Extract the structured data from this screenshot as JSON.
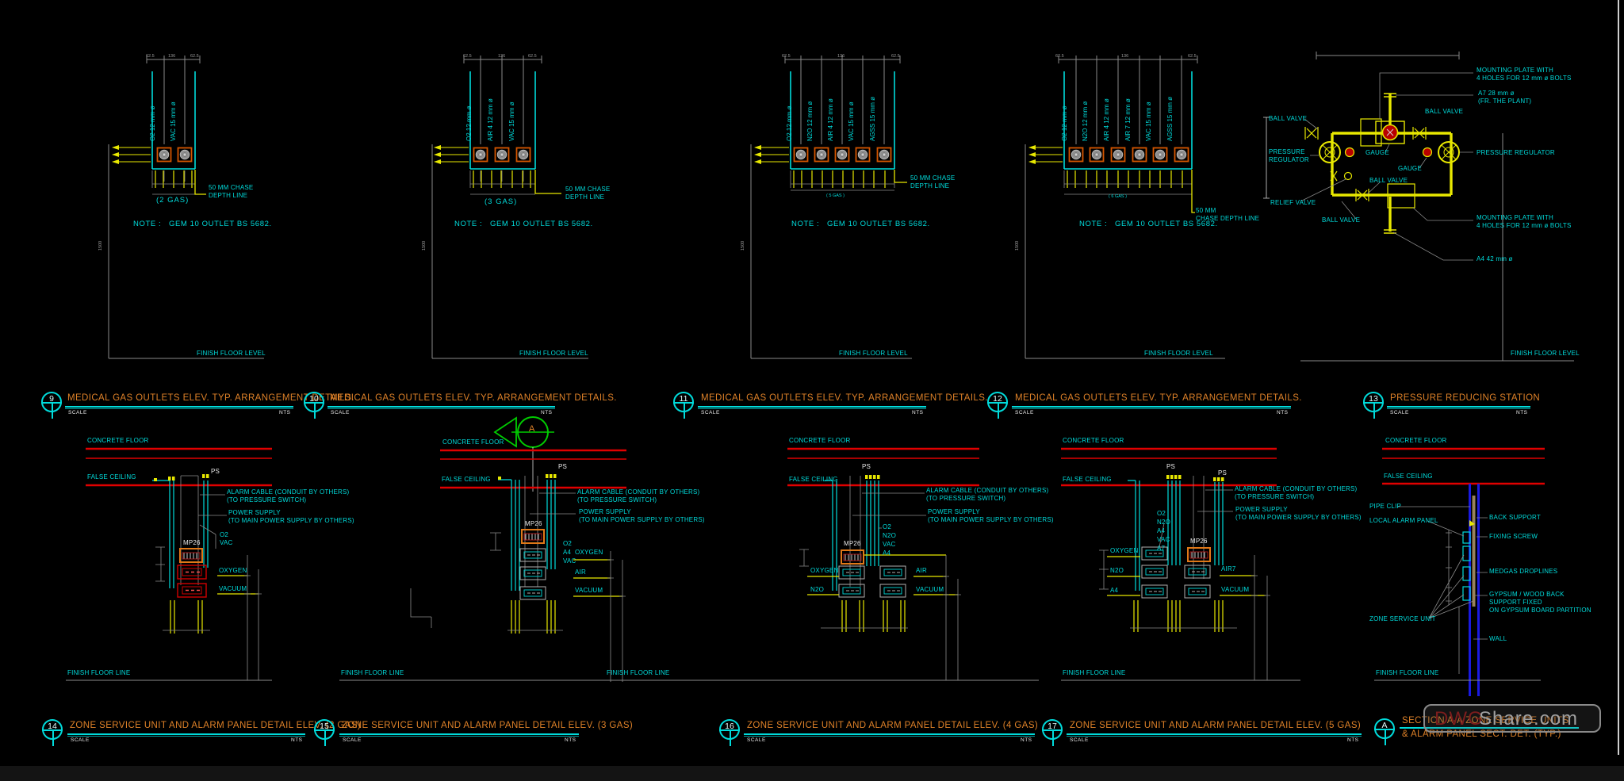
{
  "palette": {
    "cyan": "#00dbdb",
    "red": "#e00000",
    "yellow": "#e8e800",
    "outlet_orange": "#d45500",
    "title_orange": "#de8128",
    "grey": "#8a8a8a",
    "green": "#00cc00",
    "wall_blue": "#1a1ae0"
  },
  "watermark": {
    "prefix": "DWG",
    "suffix": "Share.com"
  },
  "common": {
    "concrete": "CONCRETE FLOOR",
    "ceiling": "FALSE CEILING",
    "ps": "PS",
    "panel": "MP26",
    "alarm1": "ALARM CABLE (CONDUIT BY OTHERS)",
    "alarm2": "(TO PRESSURE SWITCH)",
    "power1": "POWER SUPPLY",
    "power2": "(TO MAIN POWER SUPPLY BY OTHERS)",
    "note": "NOTE :   GEM 10 OUTLET BS 5682.",
    "chase1": "50 MM CHASE",
    "chase2": "DEPTH LINE",
    "chase3": "50 MM",
    "chase4": "CHASE DEPTH LINE",
    "ffl_level": "FINISH FLOOR LEVEL",
    "ffl_line": "FINISH FLOOR LINE",
    "scale": "SCALE",
    "nts": "NTS",
    "dim_a": "62.5",
    "dim_b": "136",
    "dim_v": "1500"
  },
  "d9": {
    "gases": [
      "O2 12 mm ø",
      "VAC 15 mm ø"
    ],
    "count": "(2 GAS)"
  },
  "d10": {
    "gases": [
      "O2 12 mm ø",
      "AIR 4 12 mm ø",
      "VAC 15 mm ø"
    ],
    "count": "(3 GAS)"
  },
  "d11": {
    "gases": [
      "O2 12 mm ø",
      "N2O 12 mm ø",
      "AIR 4 12 mm ø",
      "VAC 15 mm ø",
      "AGSS 15 mm ø"
    ],
    "count": "( 5 GAS )"
  },
  "d12": {
    "gases": [
      "O2 12 mm ø",
      "N2O 12 mm ø",
      "AIR 4 12 mm ø",
      "AIR 7 12 mm ø",
      "VAC 15 mm ø",
      "AGSS 15 mm ø"
    ],
    "count": "( 6 GAS )"
  },
  "d13": {
    "m1a": "MOUNTING PLATE WITH",
    "m1b": "4 HOLES FOR 12 mm ø BOLTS",
    "a7": "A7 28 mm ø",
    "plant": "(FR. THE PLANT)",
    "ball": "BALL VALVE",
    "pr1": "PRESSURE",
    "pr2": "REGULATOR",
    "pr": "PRESSURE REGULATOR",
    "gauge": "GAUGE",
    "relief": "RELIEF VALVE",
    "m2a": "MOUNTING PLATE WITH",
    "m2b": "4 HOLES FOR 12 mm ø BOLTS",
    "a4": "A4 42 mm ø"
  },
  "d14": {
    "gas_list": [
      "O2",
      "VAC"
    ],
    "outlets": [
      "OXYGEN",
      "VACUUM"
    ]
  },
  "d15": {
    "marker": "A",
    "gas_list": [
      "O2",
      "A4",
      "VAC"
    ],
    "outlets": [
      "OXYGEN",
      "AIR",
      "VACUUM"
    ]
  },
  "d16": {
    "gas_list": [
      "O2",
      "N2O",
      "VAC",
      "A4"
    ],
    "left": [
      "OXYGEN",
      "N2O"
    ],
    "right": [
      "AIR",
      "VACUUM"
    ]
  },
  "d17": {
    "gas_list": [
      "O2",
      "N2O",
      "A4",
      "VAC",
      "A7"
    ],
    "left": [
      "OXYGEN",
      "N2O",
      "A4"
    ],
    "right": [
      "AIR7",
      "VACUUM"
    ]
  },
  "sec": {
    "l1": "PIPE CLIP",
    "l2": "LOCAL ALARM PANEL",
    "l3": "ZONE SERVICE UNIT",
    "r1": "BACK SUPPORT",
    "r2": "FIXING SCREW",
    "r3": "MEDGAS DROPLINES",
    "r4a": "GYPSUM / WOOD BACK",
    "r4b": "SUPPORT FIXED",
    "r4c": "ON GYPSUM BOARD PARTITION",
    "r5": "WALL"
  },
  "blocks": [
    {
      "num": "9",
      "title": "MEDICAL GAS OUTLETS ELEV. TYP. ARRANGEMENT DETAILS."
    },
    {
      "num": "10",
      "title": "MEDICAL GAS OUTLETS ELEV. TYP. ARRANGEMENT DETAILS."
    },
    {
      "num": "11",
      "title": "MEDICAL GAS OUTLETS ELEV. TYP. ARRANGEMENT DETAILS."
    },
    {
      "num": "12",
      "title": "MEDICAL GAS OUTLETS ELEV. TYP. ARRANGEMENT DETAILS."
    },
    {
      "num": "13",
      "title": "PRESSURE REDUCING STATION"
    },
    {
      "num": "14",
      "title": "ZONE SERVICE UNIT AND ALARM PANEL DETAIL ELEV. (2 GAS)"
    },
    {
      "num": "15",
      "title": "ZONE SERVICE UNIT AND ALARM PANEL DETAIL ELEV. (3 GAS)"
    },
    {
      "num": "16",
      "title": "ZONE SERVICE UNIT AND ALARM PANEL DETAIL ELEV. (4 GAS)"
    },
    {
      "num": "17",
      "title": "ZONE SERVICE UNIT AND ALARM PANEL DETAIL ELEV. (5 GAS)"
    },
    {
      "num": "A",
      "title": "SECTION A-A ZONE SERVICE UNITS",
      "title2": "& ALARM PANEL SECT. DET. (TYP.)"
    }
  ]
}
